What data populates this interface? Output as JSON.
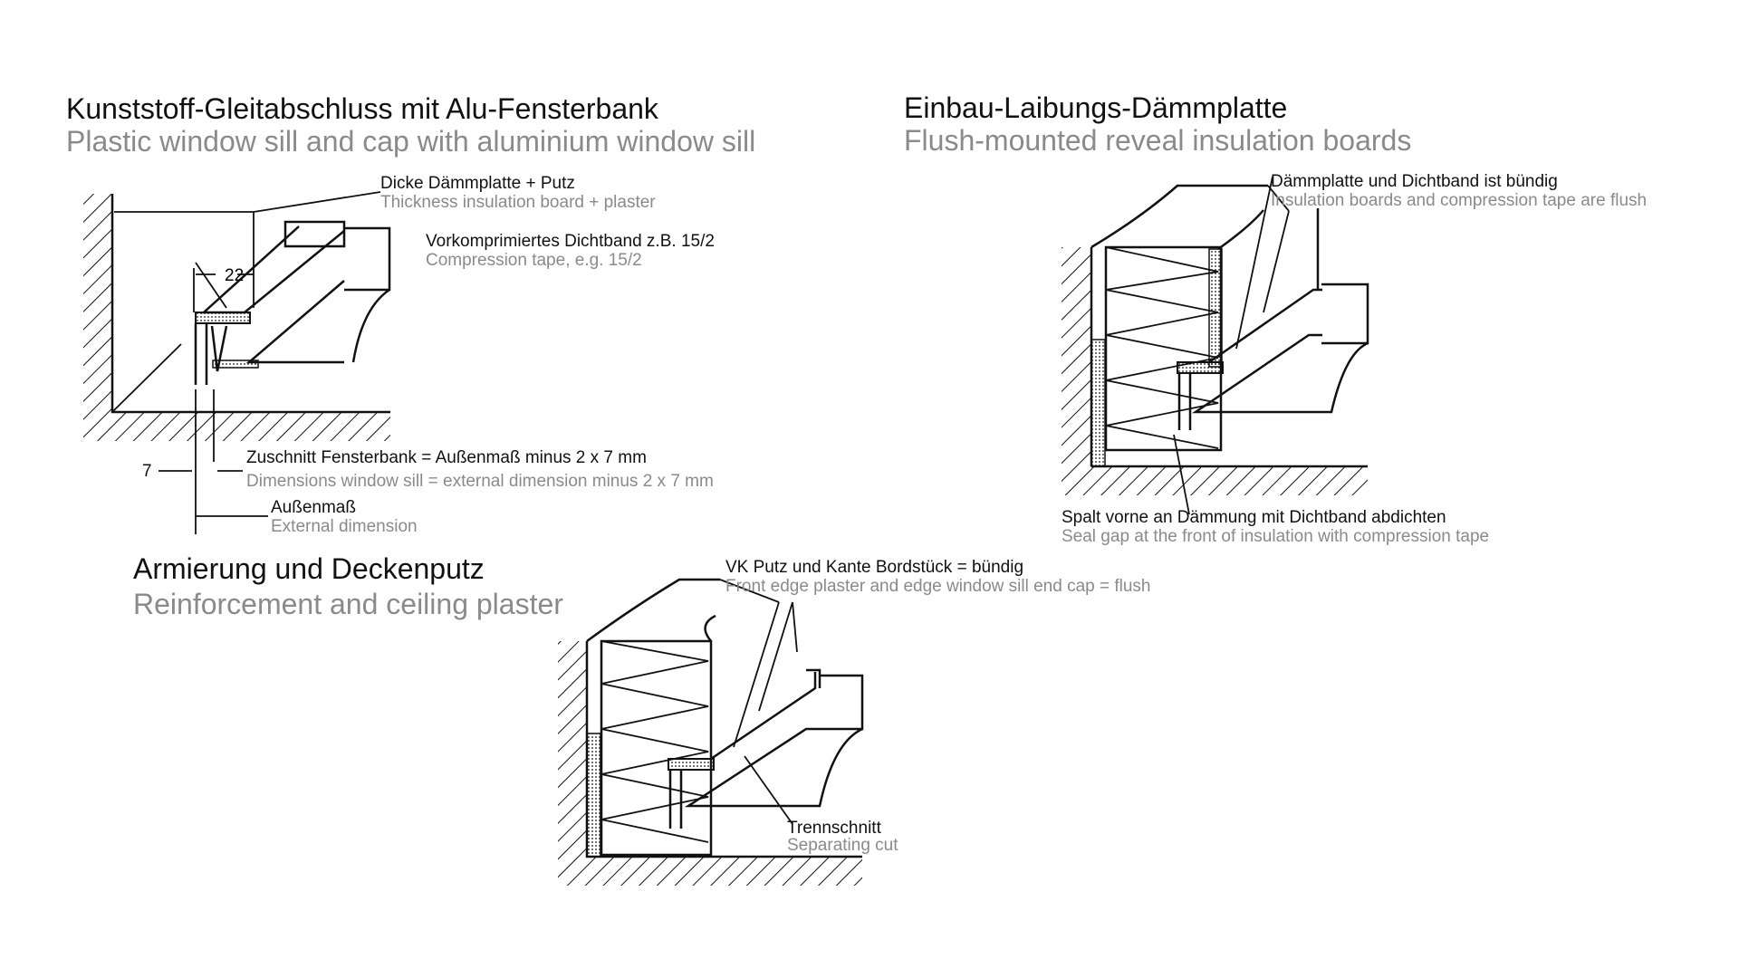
{
  "panel1": {
    "title_de": "Kunststoff-Gleitabschluss mit Alu-Fensterbank",
    "title_en": "Plastic window sill and cap with aluminium window sill",
    "labels": [
      {
        "de": "Dicke Dämmplatte + Putz",
        "en": "Thickness insulation board + plaster"
      },
      {
        "de": "Vorkomprimiertes Dichtband z.B. 15/2",
        "en": "Compression tape, e.g. 15/2"
      },
      {
        "de": "Zuschnitt Fensterbank = Außenmaß minus 2 x 7 mm",
        "en": "Dimensions window sill = external dimension minus 2 x 7 mm"
      },
      {
        "de": "Außenmaß",
        "en": "External dimension"
      }
    ],
    "dim_22": "22",
    "dim_7": "7"
  },
  "panel2": {
    "title_de": "Einbau-Laibungs-Dämmplatte",
    "title_en": "Flush-mounted reveal insulation boards",
    "labels": [
      {
        "de": "Dämmplatte und Dichtband ist bündig",
        "en": "Insulation boards and compression tape are flush"
      },
      {
        "de": "Spalt vorne an Dämmung mit Dichtband abdichten",
        "en": "Seal gap at the front of insulation with compression tape"
      }
    ]
  },
  "panel3": {
    "title_de": "Armierung und Deckenputz",
    "title_en": "Reinforcement and ceiling plaster",
    "labels": [
      {
        "de": "VK Putz und Kante Bordstück = bündig",
        "en": "Front edge plaster and edge window sill end cap = flush"
      },
      {
        "de": "Trennschnitt",
        "en": "Separating cut"
      }
    ]
  }
}
